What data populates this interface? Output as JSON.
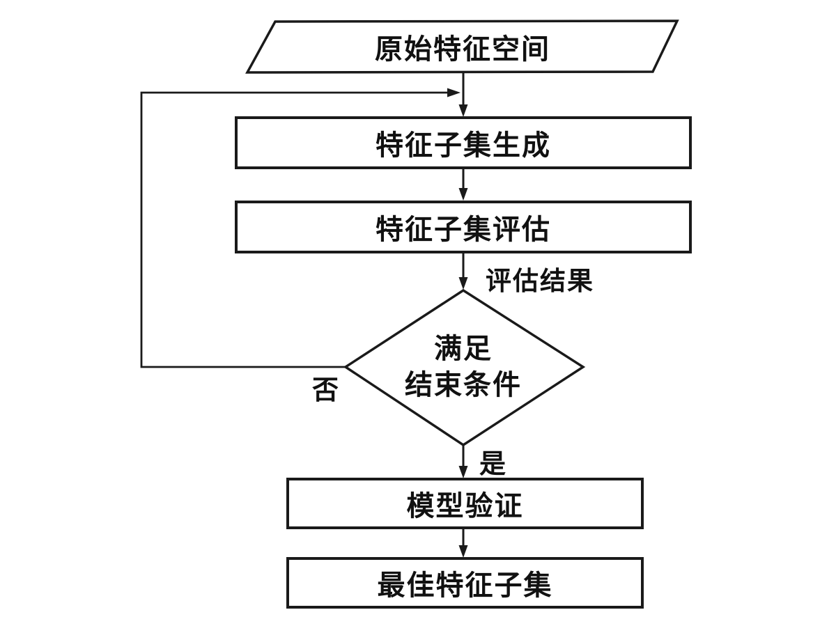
{
  "diagram": {
    "type": "flowchart",
    "nodes": {
      "start": {
        "shape": "parallelogram",
        "label": "原始特征空间"
      },
      "subset_generation": {
        "shape": "rectangle",
        "label": "特征子集生成"
      },
      "subset_evaluation": {
        "shape": "rectangle",
        "label": "特征子集评估"
      },
      "stop_condition": {
        "shape": "diamond",
        "label_line1": "满足",
        "label_line2": "结束条件"
      },
      "model_validation": {
        "shape": "rectangle",
        "label": "模型验证"
      },
      "best_subset": {
        "shape": "rectangle",
        "label": "最佳特征子集"
      }
    },
    "edge_labels": {
      "evaluation_result": "评估结果",
      "no": "否",
      "yes": "是"
    },
    "colors": {
      "stroke": "#1a1a1a",
      "background": "#ffffff",
      "text": "#111111"
    }
  }
}
